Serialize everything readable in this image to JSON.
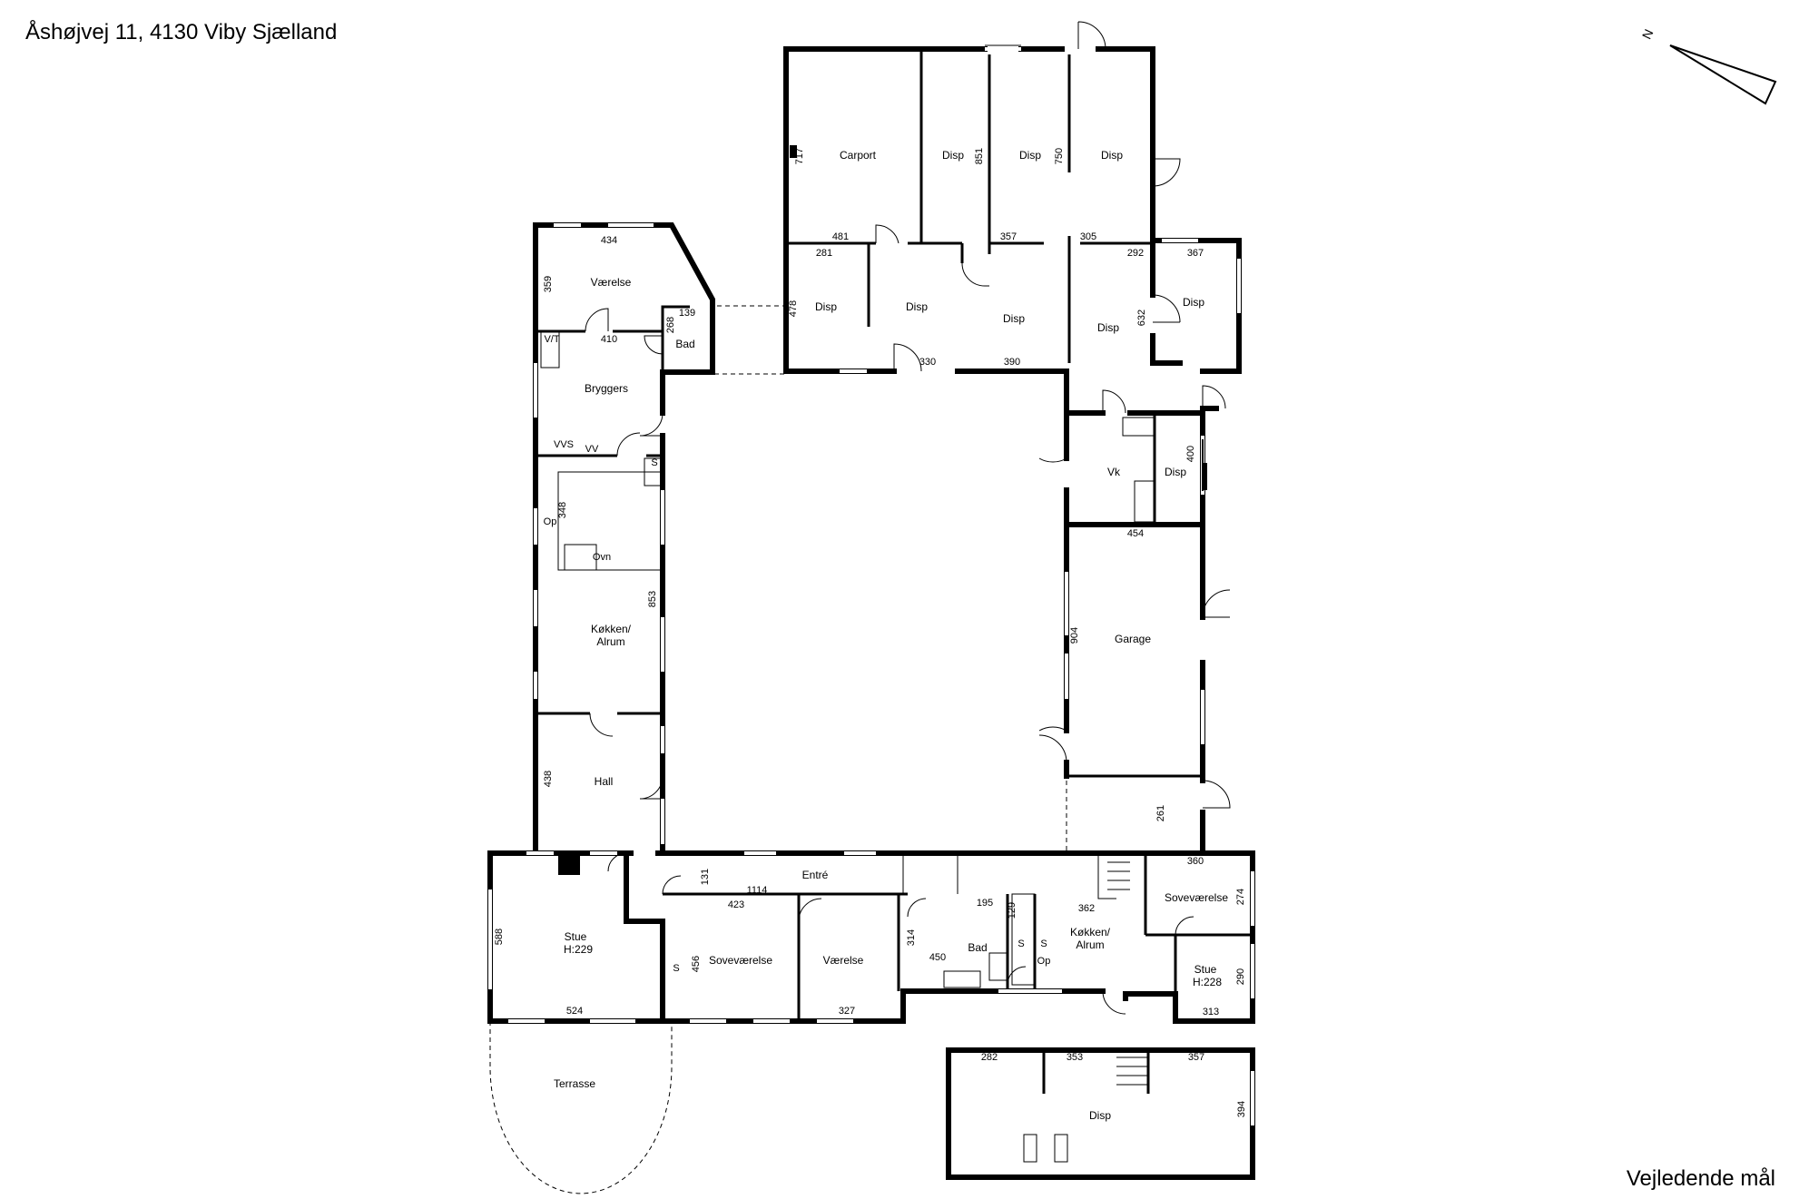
{
  "header": {
    "address": "Åshøjvej 11, 4130 Viby Sjælland"
  },
  "footer": {
    "note": "Vejledende mål"
  },
  "compass": {
    "north_label": "N"
  },
  "rooms": {
    "carport": "Carport",
    "disp_1": "Disp",
    "disp_2": "Disp",
    "disp_3": "Disp",
    "disp_4": "Disp",
    "disp_5": "Disp",
    "disp_6": "Disp",
    "disp_7": "Disp",
    "disp_8": "Disp",
    "disp_9": "Disp",
    "disp_10": "Disp",
    "vaerelse_1": "Værelse",
    "bad_1": "Bad",
    "bryggers": "Bryggers",
    "koekken_1a": "Køkken/",
    "koekken_1b": "Alrum",
    "hall": "Hall",
    "vk": "Vk",
    "garage": "Garage",
    "entre": "Entré",
    "stue_1": "Stue",
    "stue_1_h": "H:229",
    "sovevaerelse_1": "Soveværelse",
    "vaerelse_2": "Værelse",
    "bad_2": "Bad",
    "koekken_2a": "Køkken/",
    "koekken_2b": "Alrum",
    "sovevaerelse_2": "Soveværelse",
    "stue_2": "Stue",
    "stue_2_h": "H:228",
    "terrasse": "Terrasse"
  },
  "fixtures": {
    "vt": "V/T",
    "vvs": "VVS",
    "vv": "VV",
    "s_1": "S",
    "op_1": "Op",
    "ovn": "Ovn",
    "s_2": "S",
    "s_3": "S",
    "s_4": "S",
    "op_2": "Op"
  },
  "dimensions": {
    "d717": "717",
    "d851": "851",
    "d750": "750",
    "d481": "481",
    "d281": "281",
    "d357a": "357",
    "d305": "305",
    "d292": "292",
    "d367": "367",
    "d478": "478",
    "d632": "632",
    "d330": "330",
    "d390": "390",
    "d434": "434",
    "d359": "359",
    "d139": "139",
    "d268": "268",
    "d410": "410",
    "d348": "348",
    "d853": "853",
    "d400": "400",
    "d454": "454",
    "d904": "904",
    "d438": "438",
    "d261": "261",
    "d131": "131",
    "d1114": "1114",
    "d423": "423",
    "d588": "588",
    "d456": "456",
    "d524": "524",
    "d327": "327",
    "d314": "314",
    "d450": "450",
    "d195": "195",
    "d129": "129",
    "d362": "362",
    "d360": "360",
    "d274": "274",
    "d290": "290",
    "d313": "313",
    "d282": "282",
    "d353": "353",
    "d357b": "357",
    "d394": "394"
  }
}
